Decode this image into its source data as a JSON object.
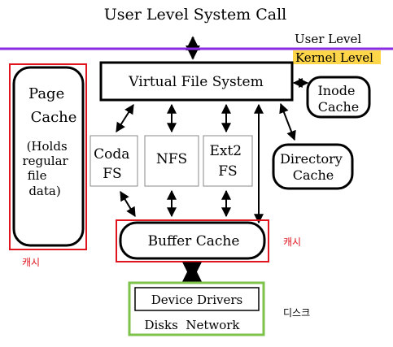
{
  "title": "User Level System Call",
  "levels": {
    "user": "User Level",
    "kernel": "Kernel Level"
  },
  "nodes": {
    "vfs": "Virtual File System",
    "page_cache": [
      "Page",
      "Cache"
    ],
    "page_cache_note": [
      "(Holds",
      "regular",
      "file",
      "data)"
    ],
    "inode_cache": [
      "Inode",
      "Cache"
    ],
    "directory_cache": [
      "Directory",
      "Cache"
    ],
    "coda_fs": [
      "Coda",
      "FS"
    ],
    "nfs": "NFS",
    "ext2_fs": [
      "Ext2",
      "FS"
    ],
    "buffer_cache": "Buffer Cache",
    "device_drivers": "Device Drivers",
    "disks_network": "Disks  Network"
  },
  "annotations": {
    "cache_left": "캐시",
    "cache_right": "캐시",
    "disk": "디스크"
  },
  "colors": {
    "divider": "#8a2be2",
    "kernel_highlight": "#ffd54a",
    "highlight_red": "#e0141e",
    "highlight_green": "#7dc24a",
    "annotation_red": "#e0141e"
  }
}
